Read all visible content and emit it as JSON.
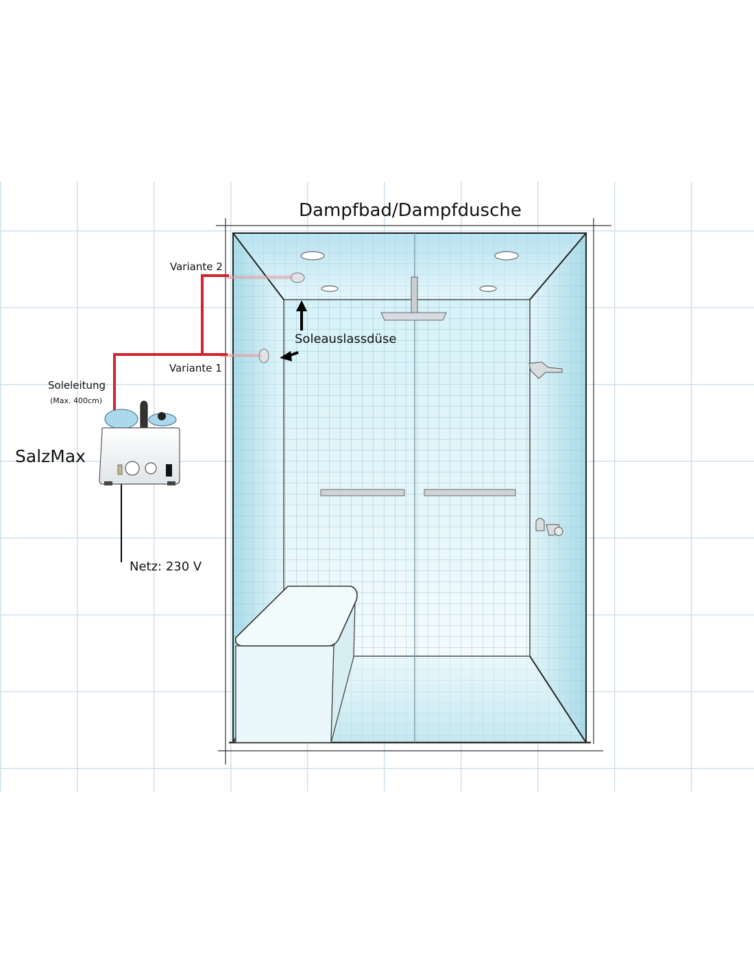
{
  "title": "Dampfbad/Dampfdusche",
  "labels": {
    "variant2": "Variante 2",
    "variant1": "Variante 1",
    "nozzle": "Soleauslassdüse",
    "brine_line": "Soleleitung",
    "brine_line_max": "(Max. 400cm)",
    "device": "SalzMax",
    "mains": "Netz: 230 V"
  },
  "colors": {
    "brine_line": "#d4222a",
    "tile_grid": "#c9dde8",
    "booth_tint": "#bfe6f0",
    "outline": "#222222"
  }
}
